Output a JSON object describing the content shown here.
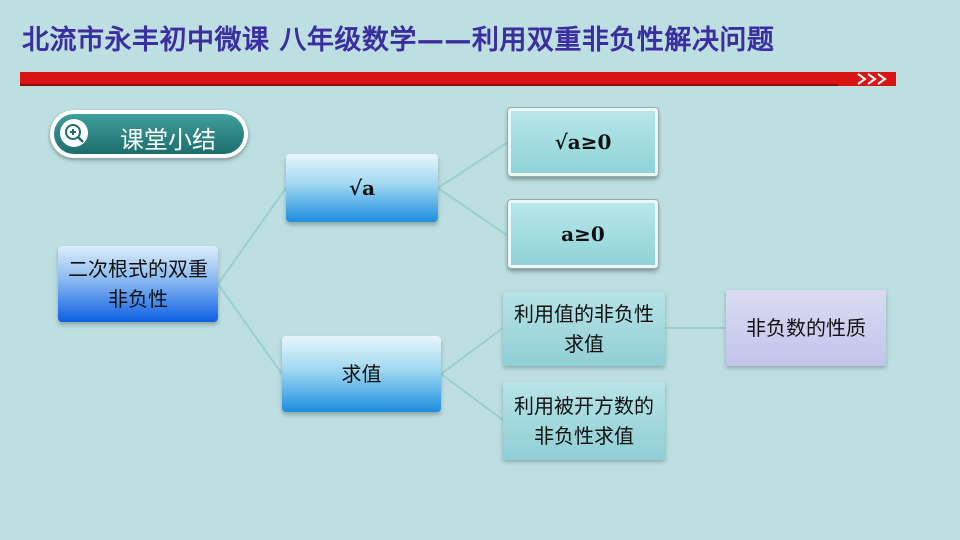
{
  "header": {
    "title": "北流市永丰初中微课  八年级数学——利用双重非负性解决问题"
  },
  "section": {
    "label": "课堂小结",
    "icon": "zoom-in-icon"
  },
  "nodes": {
    "root": "二次根式的双重非负性",
    "sqrt_a": "√a",
    "sqrt_ge0": "√a≥0",
    "a_ge0": "a≥0",
    "qiuzhi": "求值",
    "use_value": "利用值的非负性求值",
    "use_radicand": "利用被开方数的非负性求值",
    "property": "非负数的性质"
  },
  "colors": {
    "title": "#3b2fa0",
    "bar": "#d81414",
    "background": "#bddfe1"
  }
}
